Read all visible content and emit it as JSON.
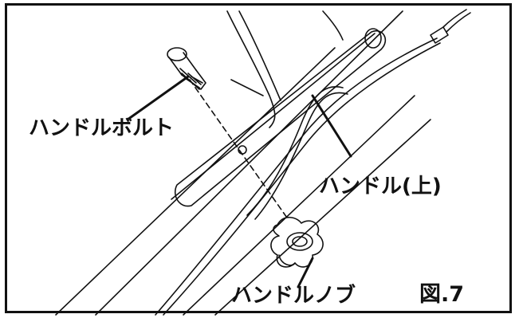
{
  "labels": {
    "handle_bolt": "ハンドルボルト",
    "handle_upper": "ハンドル(上)",
    "handle_knob": "ハンドルノブ",
    "figure_number": "図.7"
  },
  "colors": {
    "ink": "#111111",
    "paper": "#ffffff"
  }
}
